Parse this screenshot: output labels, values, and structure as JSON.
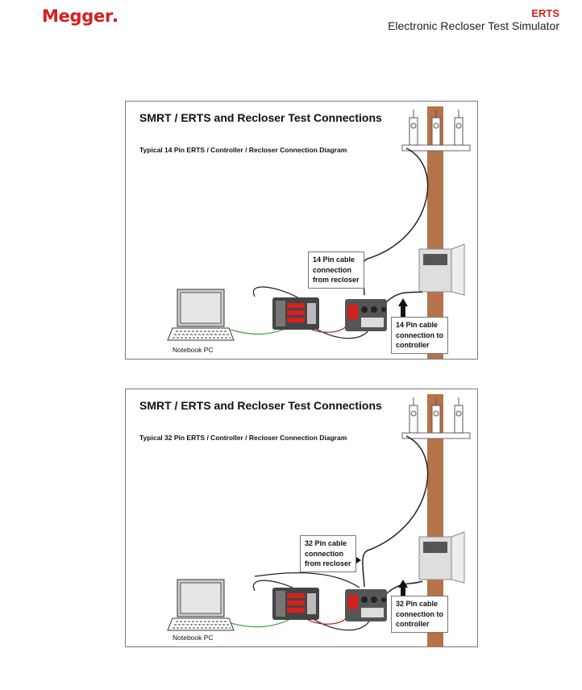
{
  "header": {
    "brand": "Megger",
    "product": "ERTS",
    "subtitle": "Electronic Recloser Test Simulator"
  },
  "diagrams": [
    {
      "title": "SMRT / ERTS and Recloser Test Connections",
      "subtitle": "Typical 14 Pin ERTS / Controller / Recloser Connection Diagram",
      "callout_recloser": "14 Pin cable\nconnection\nfrom recloser",
      "callout_controller": "14 Pin cable\nconnection to\ncontroller",
      "pc_label": "Notebook PC"
    },
    {
      "title": "SMRT / ERTS and Recloser Test Connections",
      "subtitle": "Typical 32 Pin ERTS / Controller / Recloser Connection Diagram",
      "callout_recloser": "32 Pin cable\nconnection\nfrom recloser",
      "callout_controller": "32 Pin cable\nconnection to\ncontroller",
      "pc_label": "Notebook PC"
    }
  ],
  "colors": {
    "brand_red": "#d81e1e",
    "pole": "#b5734a",
    "cabinet": "#d9d9d9",
    "cable_green": "#3aa83a",
    "cable_red": "#b02020"
  }
}
